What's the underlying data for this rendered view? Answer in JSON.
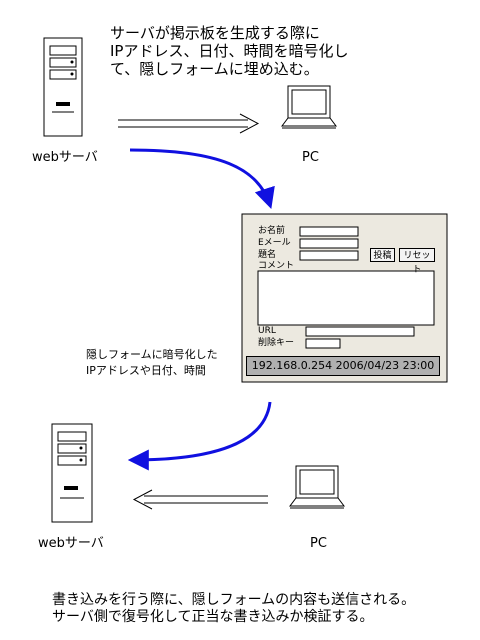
{
  "captions": {
    "top": "サーバが掲示板を生成する際に\nIPアドレス、日付、時間を暗号化し\nて、隠しフォームに埋め込む。",
    "middle": "隠しフォームに暗号化した\nIPアドレスや日付、時間",
    "bottom": "書き込みを行う際に、隠しフォームの内容も送信される。\nサーバ側で復号化して正当な書き込みか検証する。"
  },
  "labels": {
    "server_top": "webサーバ",
    "pc_top": "PC",
    "server_bottom": "webサーバ",
    "pc_bottom": "PC"
  },
  "form": {
    "name_label": "お名前",
    "email_label": "Eメール",
    "subject_label": "題名",
    "comment_label": "コメント",
    "url_label": "URL",
    "delete_key_label": "削除キー",
    "submit_button": "投稿",
    "reset_button": "リセット",
    "hidden_value": "192.168.0.254 2006/04/23 23:00"
  },
  "colors": {
    "arrow_blue": "#1010e0",
    "panel_bg": "#ece9e0",
    "hidden_field_bg": "#b0b0b0"
  }
}
